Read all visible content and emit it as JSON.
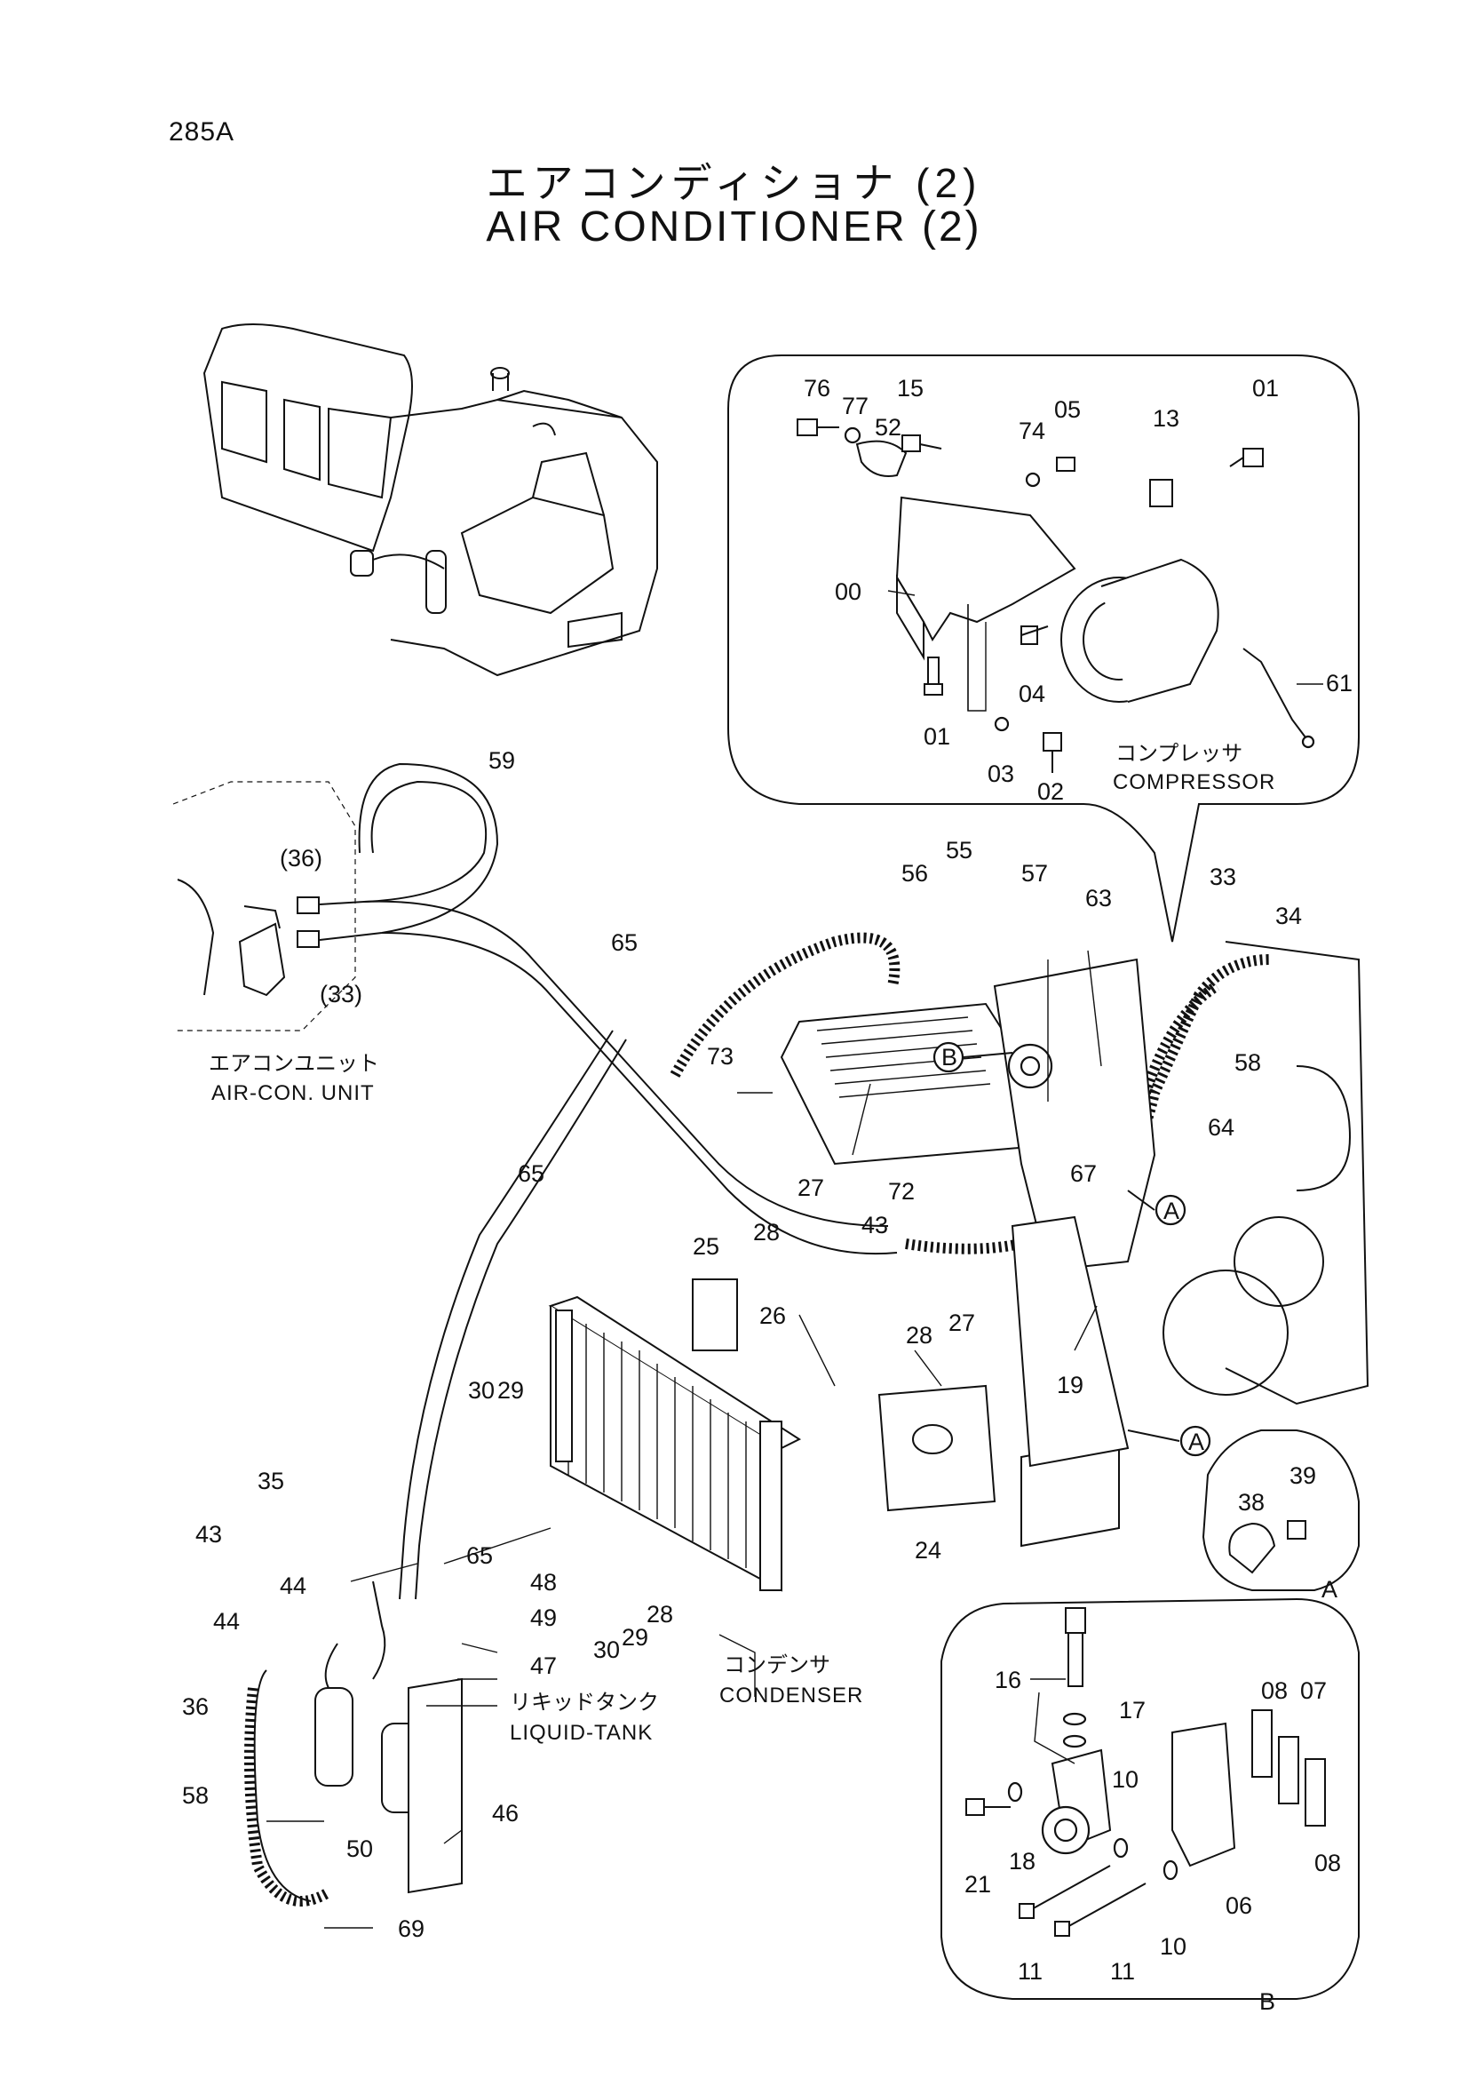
{
  "header": {
    "page_code": "285A",
    "title_jp": "エアコンディショナ (2)",
    "title_en": "AIR CONDITIONER (2)"
  },
  "assemblies": {
    "compressor_jp": "コンプレッサ",
    "compressor_en": "COMPRESSOR",
    "aircon_unit_jp": "エアコンユニット",
    "aircon_unit_en": "AIR-CON. UNIT",
    "condenser_jp": "コンデンサ",
    "condenser_en": "CONDENSER",
    "liquid_tank_jp": "リキッドタンク",
    "liquid_tank_en": "LIQUID-TANK"
  },
  "callouts": {
    "detail_a": "A",
    "detail_b": "B"
  },
  "part_labels": [
    "76",
    "77",
    "52",
    "15",
    "74",
    "05",
    "13",
    "01",
    "00",
    "04",
    "01",
    "03",
    "02",
    "61",
    "59",
    "(36)",
    "(33)",
    "65",
    "56",
    "55",
    "57",
    "63",
    "33",
    "34",
    "B",
    "58",
    "73",
    "72",
    "64",
    "67",
    "65",
    "27",
    "28",
    "43",
    "25",
    "26",
    "28",
    "27",
    "19",
    "29",
    "30",
    "24",
    "35",
    "43",
    "65",
    "48",
    "44",
    "49",
    "44",
    "47",
    "36",
    "30",
    "29",
    "28",
    "58",
    "46",
    "50",
    "69",
    "39",
    "38",
    "16",
    "17",
    "08",
    "07",
    "10",
    "18",
    "21",
    "06",
    "08",
    "11",
    "11",
    "10"
  ]
}
